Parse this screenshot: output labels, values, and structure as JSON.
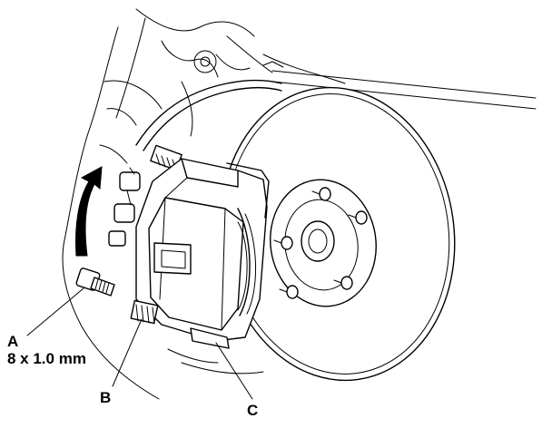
{
  "callouts": {
    "a_letter": "A",
    "a_spec": "8 x 1.0 mm",
    "b_letter": "B",
    "c_letter": "C"
  },
  "colors": {
    "line": "#000000",
    "background": "#ffffff"
  }
}
